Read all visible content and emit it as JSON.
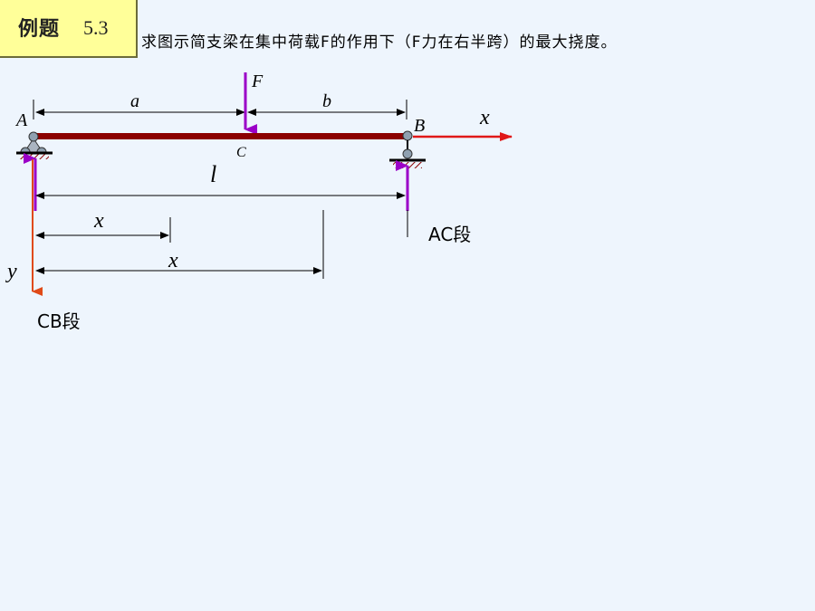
{
  "badge": {
    "text": "例题",
    "number": "5.3"
  },
  "problem_text": "求图示简支梁在集中荷载F的作用下（F力在右半跨）的最大挠度。",
  "labels": {
    "force": "F",
    "point_a": "A",
    "point_b": "B",
    "point_c": "C",
    "dim_a": "a",
    "dim_b": "b",
    "dim_l": "l",
    "axis_x": "x",
    "axis_y": "y",
    "x_ac": "x",
    "x_cb": "x",
    "segment_ac": "AC段",
    "segment_cb": "CB段"
  },
  "colors": {
    "beam": "#8b0000",
    "force": "#9b00c8",
    "axis": "#e01818",
    "reaction": "#9b00c8",
    "y_axis": "#e04a18",
    "badge_bg": "#ffff99"
  }
}
